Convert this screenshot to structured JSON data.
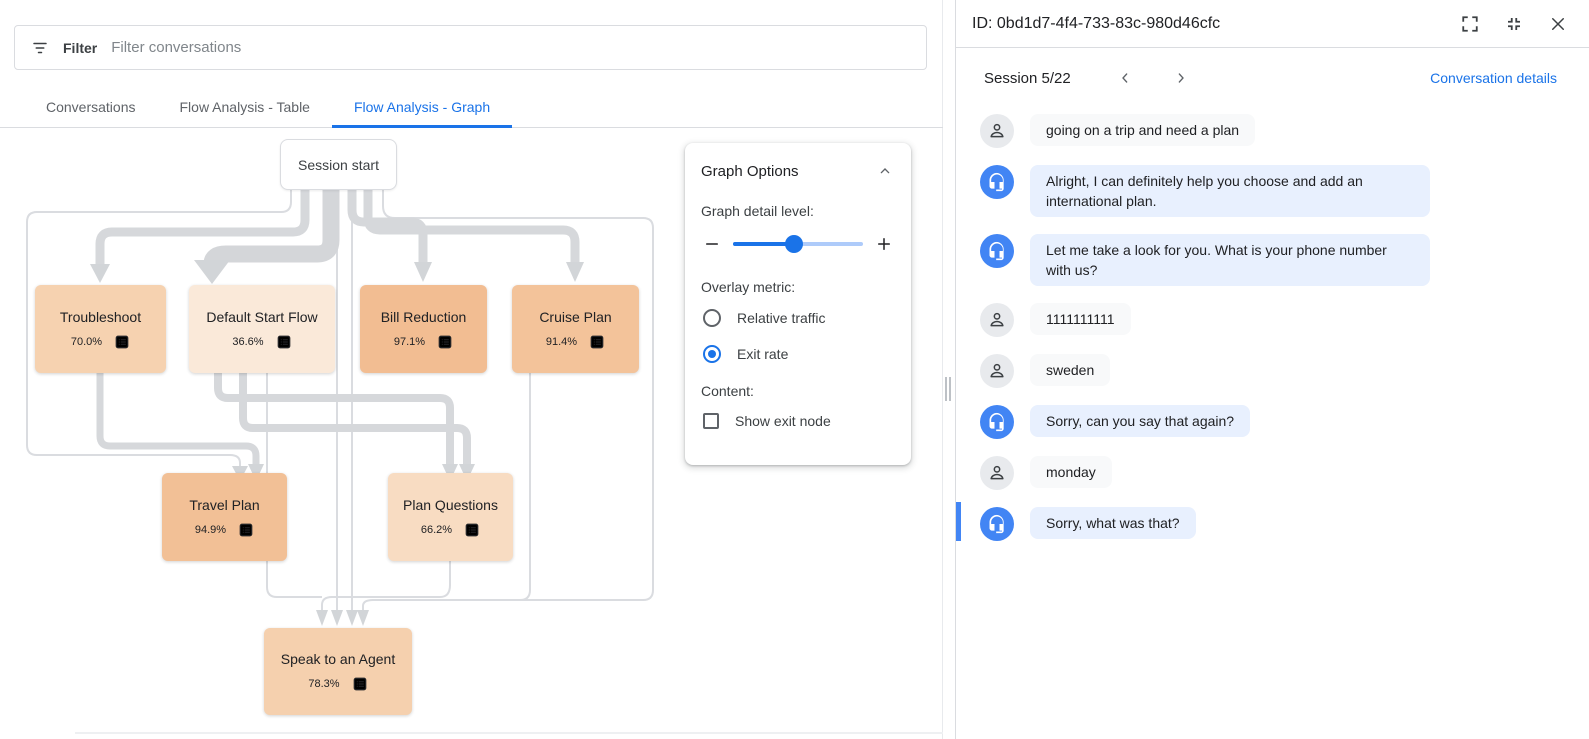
{
  "filter_bar": {
    "label": "Filter",
    "placeholder": "Filter conversations"
  },
  "tabs": [
    {
      "label": "Conversations",
      "active": false
    },
    {
      "label": "Flow Analysis - Table",
      "active": false
    },
    {
      "label": "Flow Analysis - Graph",
      "active": true
    }
  ],
  "graph": {
    "start_node_label": "Session start",
    "nodes": [
      {
        "label": "Troubleshoot",
        "exit_rate": "70.0%",
        "color": "#f6d2b0"
      },
      {
        "label": "Default Start Flow",
        "exit_rate": "36.6%",
        "color": "#fae9d9"
      },
      {
        "label": "Bill Reduction",
        "exit_rate": "97.1%",
        "color": "#f2bd92"
      },
      {
        "label": "Cruise Plan",
        "exit_rate": "91.4%",
        "color": "#f3c39a"
      },
      {
        "label": "Travel Plan",
        "exit_rate": "94.9%",
        "color": "#f2c096"
      },
      {
        "label": "Plan Questions",
        "exit_rate": "66.2%",
        "color": "#f8dcc2"
      },
      {
        "label": "Speak to an Agent",
        "exit_rate": "78.3%",
        "color": "#f5d0ae"
      }
    ]
  },
  "graph_options": {
    "title": "Graph Options",
    "detail_label": "Graph detail level:",
    "detail_value_pct": 47,
    "overlay_label": "Overlay metric:",
    "radios": [
      {
        "label": "Relative traffic",
        "selected": false
      },
      {
        "label": "Exit rate",
        "selected": true
      }
    ],
    "content_label": "Content:",
    "checkbox": {
      "label": "Show exit node",
      "checked": false
    },
    "accent_color": "#1a73e8"
  },
  "detail_panel": {
    "id_title": "ID: 0bd1d7-4f4-733-83c-980d46cfc",
    "session_label": "Session 5/22",
    "details_link": "Conversation details",
    "messages": [
      {
        "speaker": "user",
        "text": "going on a trip and need a plan",
        "selected": false
      },
      {
        "speaker": "agent",
        "text": "Alright, I can definitely help you choose and add an international plan.",
        "selected": false
      },
      {
        "speaker": "agent",
        "text": "Let me take a look for you. What is your phone number with us?",
        "selected": false
      },
      {
        "speaker": "user",
        "text": "1111111111",
        "selected": false
      },
      {
        "speaker": "user",
        "text": "sweden",
        "selected": false
      },
      {
        "speaker": "agent",
        "text": "Sorry, can you say that again?",
        "selected": false
      },
      {
        "speaker": "user",
        "text": "monday",
        "selected": false
      },
      {
        "speaker": "agent",
        "text": "Sorry, what was that?",
        "selected": true
      }
    ]
  }
}
